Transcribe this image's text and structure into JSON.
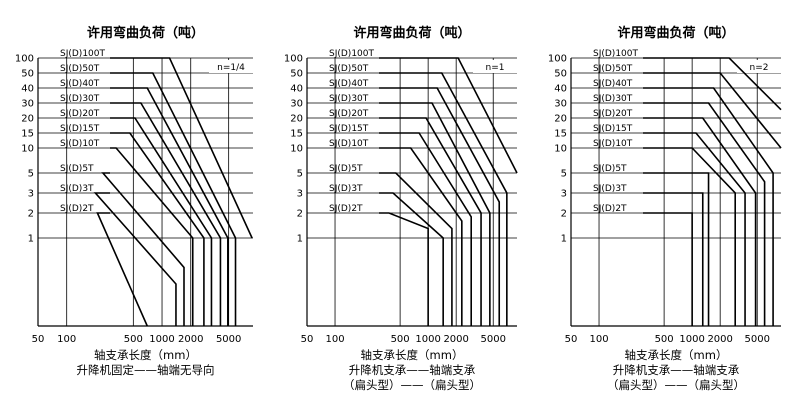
{
  "chart_data": [
    {
      "type": "line",
      "title": "许用弯曲负荷（吨）",
      "annotation": "n=1/4",
      "y_ticks": [
        100,
        50,
        40,
        30,
        20,
        15,
        10,
        5,
        3,
        2,
        1
      ],
      "x_ticks": [
        50,
        100,
        500,
        1000,
        2000,
        5000
      ],
      "captions": [
        "轴支承长度（mm）",
        "升降机固定——轴端无导向"
      ],
      "series": [
        {
          "name": "SJ(D)100T",
          "points": [
            [
              1200,
              100
            ],
            [
              8800,
              1
            ]
          ]
        },
        {
          "name": "SJ(D)50T",
          "points": [
            [
              800,
              50
            ],
            [
              5900,
              1
            ],
            [
              5900,
              0
            ]
          ]
        },
        {
          "name": "SJ(D)40T",
          "points": [
            [
              700,
              40
            ],
            [
              4900,
              1
            ],
            [
              4900,
              0
            ]
          ]
        },
        {
          "name": "SJ(D)30T",
          "points": [
            [
              600,
              30
            ],
            [
              4100,
              1
            ],
            [
              4100,
              0
            ]
          ]
        },
        {
          "name": "SJ(D)20T",
          "points": [
            [
              520,
              20
            ],
            [
              3300,
              1
            ],
            [
              3300,
              0
            ]
          ]
        },
        {
          "name": "SJ(D)15T",
          "points": [
            [
              460,
              15
            ],
            [
              2750,
              1
            ],
            [
              2750,
              0
            ]
          ]
        },
        {
          "name": "SJ(D)10T",
          "points": [
            [
              330,
              10
            ],
            [
              2100,
              1
            ],
            [
              2100,
              0
            ]
          ]
        },
        {
          "name": "SJ(D)5T",
          "points": [
            [
              240,
              5
            ],
            [
              1700,
              0.6
            ],
            [
              1700,
              0
            ]
          ]
        },
        {
          "name": "SJ(D)3T",
          "points": [
            [
              200,
              3
            ],
            [
              1400,
              0.45
            ],
            [
              1400,
              0
            ]
          ]
        },
        {
          "name": "SJ(D)2T",
          "points": [
            [
              210,
              2
            ],
            [
              700,
              0
            ]
          ]
        }
      ]
    },
    {
      "type": "line",
      "title": "许用弯曲负荷（吨）",
      "annotation": "n=1",
      "y_ticks": [
        100,
        50,
        40,
        30,
        20,
        15,
        10,
        5,
        3,
        2,
        1
      ],
      "x_ticks": [
        50,
        100,
        500,
        1000,
        2000,
        5000
      ],
      "captions": [
        "轴支承长度（mm）",
        "升降机支承——轴端支承",
        "（扁头型）——（扁头型）"
      ],
      "series": [
        {
          "name": "SJ(D)100T",
          "points": [
            [
              2100,
              100
            ],
            [
              9500,
              5
            ]
          ]
        },
        {
          "name": "SJ(D)50T",
          "points": [
            [
              1400,
              50
            ],
            [
              7000,
              3
            ],
            [
              7000,
              0
            ]
          ]
        },
        {
          "name": "SJ(D)40T",
          "points": [
            [
              1250,
              40
            ],
            [
              5800,
              2.5
            ],
            [
              5800,
              0
            ]
          ]
        },
        {
          "name": "SJ(D)30T",
          "points": [
            [
              1100,
              30
            ],
            [
              4600,
              2
            ],
            [
              4600,
              0
            ]
          ]
        },
        {
          "name": "SJ(D)20T",
          "points": [
            [
              950,
              20
            ],
            [
              3700,
              2
            ],
            [
              3700,
              0
            ]
          ]
        },
        {
          "name": "SJ(D)15T",
          "points": [
            [
              800,
              15
            ],
            [
              2900,
              1.8
            ],
            [
              2900,
              0
            ]
          ]
        },
        {
          "name": "SJ(D)10T",
          "points": [
            [
              650,
              10
            ],
            [
              2300,
              1.6
            ],
            [
              2300,
              0
            ]
          ]
        },
        {
          "name": "SJ(D)5T",
          "points": [
            [
              450,
              5
            ],
            [
              1800,
              1.3
            ],
            [
              1800,
              0
            ]
          ]
        },
        {
          "name": "SJ(D)3T",
          "points": [
            [
              420,
              3
            ],
            [
              1450,
              1
            ],
            [
              1450,
              0
            ]
          ]
        },
        {
          "name": "SJ(D)2T",
          "points": [
            [
              380,
              2
            ],
            [
              1000,
              1.3
            ],
            [
              1000,
              0
            ]
          ]
        }
      ]
    },
    {
      "type": "line",
      "title": "许用弯曲负荷（吨）",
      "annotation": "n=2",
      "y_ticks": [
        100,
        50,
        40,
        30,
        20,
        15,
        10,
        5,
        3,
        2,
        1
      ],
      "x_ticks": [
        50,
        100,
        500,
        1000,
        2000,
        5000
      ],
      "captions": [
        "轴支承长度（mm）",
        "升降机支承——轴端支承",
        "（扁头型）——（扁头型）"
      ],
      "series": [
        {
          "name": "SJ(D)100T",
          "points": [
            [
              2500,
              100
            ],
            [
              9500,
              25
            ]
          ]
        },
        {
          "name": "SJ(D)50T",
          "points": [
            [
              2000,
              50
            ],
            [
              9500,
              10
            ]
          ]
        },
        {
          "name": "SJ(D)40T",
          "points": [
            [
              1700,
              40
            ],
            [
              7400,
              5
            ],
            [
              7400,
              0
            ]
          ]
        },
        {
          "name": "SJ(D)30T",
          "points": [
            [
              1500,
              30
            ],
            [
              6000,
              4
            ],
            [
              6000,
              0
            ]
          ]
        },
        {
          "name": "SJ(D)20T",
          "points": [
            [
              1300,
              20
            ],
            [
              4800,
              3
            ],
            [
              4800,
              0
            ]
          ]
        },
        {
          "name": "SJ(D)15T",
          "points": [
            [
              1100,
              15
            ],
            [
              3700,
              3
            ],
            [
              3700,
              0
            ]
          ]
        },
        {
          "name": "SJ(D)10T",
          "points": [
            [
              1000,
              10
            ],
            [
              2900,
              3
            ],
            [
              2900,
              0
            ]
          ]
        },
        {
          "name": "SJ(D)5T",
          "points": [
            [
              1500,
              5
            ],
            [
              1500,
              0
            ]
          ]
        },
        {
          "name": "SJ(D)3T",
          "points": [
            [
              1300,
              3
            ],
            [
              1300,
              0
            ]
          ]
        },
        {
          "name": "SJ(D)2T",
          "points": [
            [
              1000,
              2
            ],
            [
              1000,
              0
            ]
          ]
        }
      ]
    }
  ]
}
